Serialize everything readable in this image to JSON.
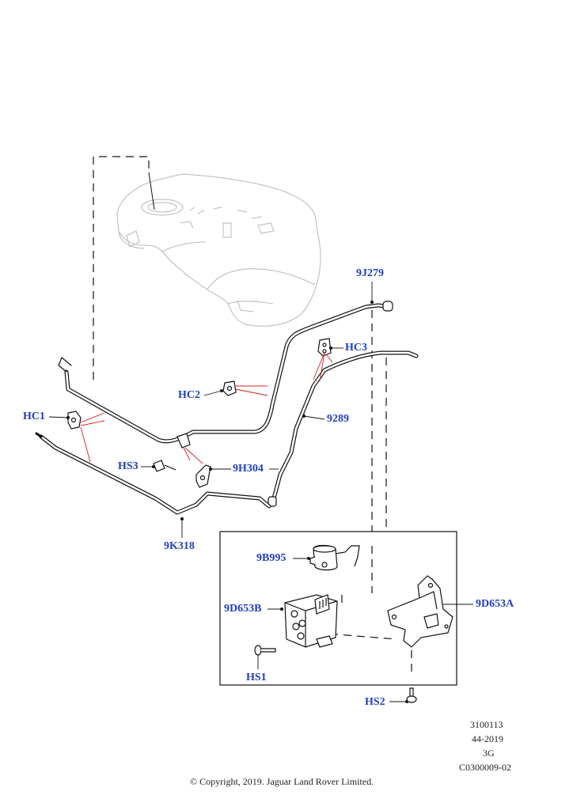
{
  "callouts": {
    "p9J279": "9J279",
    "pHC3": "HC3",
    "pHC2": "HC2",
    "pHC1": "HC1",
    "p9289": "9289",
    "pHS3": "HS3",
    "p9H304": "9H304",
    "p9K318": "9K318",
    "p9B995": "9B995",
    "p9D653B": "9D653B",
    "p9D653A": "9D653A",
    "pHS1": "HS1",
    "pHS2": "HS2"
  },
  "reference": {
    "line1": "3100113",
    "line2": "44-2019",
    "line3": "3G",
    "line4": "C0300009-02"
  },
  "copyright": "© Copyright, 2019. Jaguar Land Rover Limited.",
  "colors": {
    "callout_text": "#1f3fbf",
    "leader_red": "#d42020",
    "line": "#111111",
    "ghost": "#b8b8b8"
  }
}
